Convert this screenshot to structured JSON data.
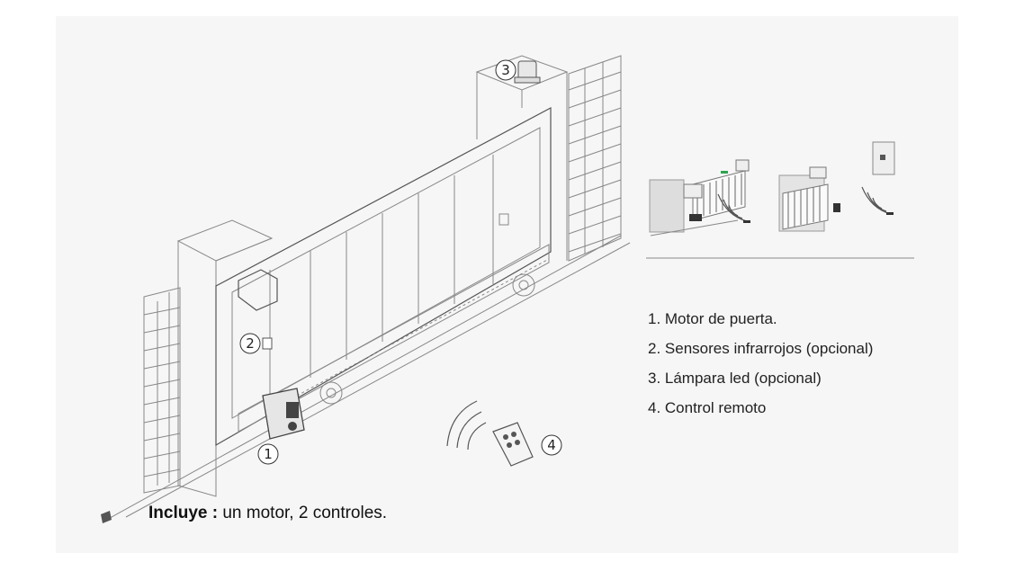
{
  "callouts": {
    "c1": "1",
    "c2": "2",
    "c3": "3",
    "c4": "4"
  },
  "legend": {
    "items": [
      "1. Motor de puerta.",
      "2. Sensores infrarrojos (opcional)",
      "3. Lámpara led (opcional)",
      "4. Control remoto"
    ]
  },
  "includes": {
    "label": "Incluye :",
    "text": " un motor, 2 controles."
  },
  "colors": {
    "panel_bg": "#f6f6f6",
    "line": "#888888",
    "motor": "#444444",
    "accent_green": "#2ea44f"
  },
  "icons": [
    "motor-icon",
    "sensor-icon",
    "lamp-icon",
    "remote-control-icon",
    "signal-waves-icon"
  ]
}
